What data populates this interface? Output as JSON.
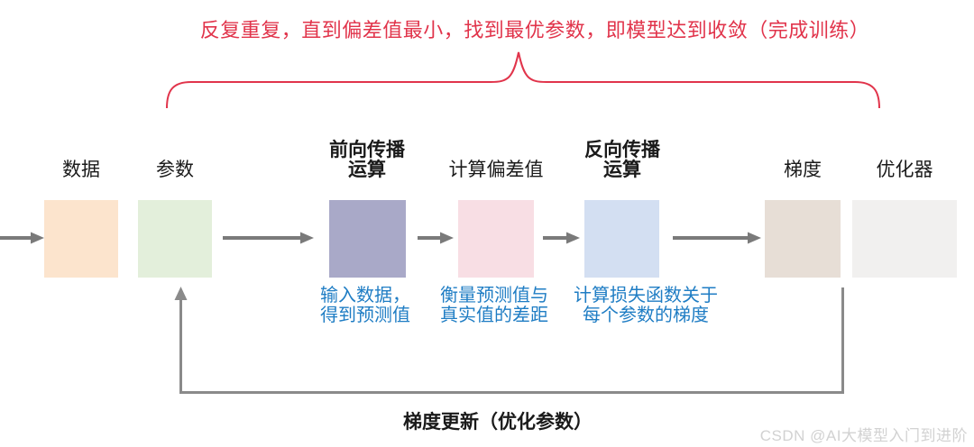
{
  "annotation": {
    "loop_label": "反复重复，直到偏差值最小，找到最优参数，即模型达到收敛（完成训练）"
  },
  "stages": [
    {
      "label": "数据",
      "box_color": "#FCE4CD"
    },
    {
      "label": "参数",
      "box_color": "#E3EFDB"
    },
    {
      "label": "前向传播\n运算",
      "box_color": "#A9A9C8",
      "note": "输入数据，\n得到预测值"
    },
    {
      "label": "计算偏差值",
      "box_color": "#F8DEE4",
      "note": "衡量预测值与\n真实值的差距"
    },
    {
      "label": "反向传播\n运算",
      "box_color": "#D3DFF2",
      "note": "计算损失函数关于\n每个参数的梯度"
    },
    {
      "label": "梯度",
      "box_color": "#E7DED6"
    },
    {
      "label": "优化器",
      "box_color": "#F1F0EF"
    }
  ],
  "feedback": {
    "label": "梯度更新（优化参数）"
  },
  "watermark": "CSDN @AI大模型入门到进阶",
  "colors": {
    "accent_red": "#E1344B",
    "note_blue": "#1F7DC4",
    "arrow_gray": "#7A7A7A",
    "loop_gray": "#8A8A8A",
    "watermark_gray": "#D2D2D2"
  }
}
